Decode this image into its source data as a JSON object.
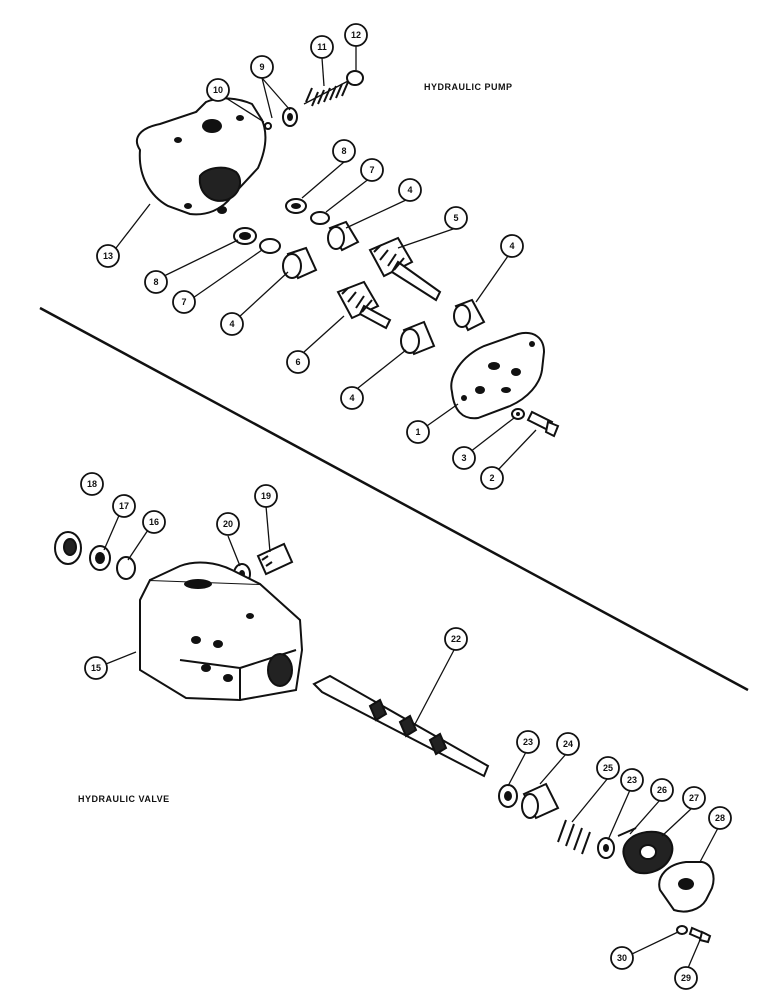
{
  "sections": {
    "pump_title": "HYDRAULIC PUMP",
    "valve_title": "HYDRAULIC VALVE"
  },
  "callouts": [
    {
      "id": "c12",
      "label": "12"
    },
    {
      "id": "c11",
      "label": "11"
    },
    {
      "id": "c9",
      "label": "9"
    },
    {
      "id": "c10",
      "label": "10"
    },
    {
      "id": "c8a",
      "label": "8"
    },
    {
      "id": "c7a",
      "label": "7"
    },
    {
      "id": "c4a",
      "label": "4"
    },
    {
      "id": "c13",
      "label": "13"
    },
    {
      "id": "c8b",
      "label": "8"
    },
    {
      "id": "c7b",
      "label": "7"
    },
    {
      "id": "c5",
      "label": "5"
    },
    {
      "id": "c4b",
      "label": "4"
    },
    {
      "id": "c4c",
      "label": "4"
    },
    {
      "id": "c6",
      "label": "6"
    },
    {
      "id": "c4d",
      "label": "4"
    },
    {
      "id": "c1",
      "label": "1"
    },
    {
      "id": "c3",
      "label": "3"
    },
    {
      "id": "c2",
      "label": "2"
    },
    {
      "id": "c18",
      "label": "18"
    },
    {
      "id": "c17",
      "label": "17"
    },
    {
      "id": "c16",
      "label": "16"
    },
    {
      "id": "c20",
      "label": "20"
    },
    {
      "id": "c19",
      "label": "19"
    },
    {
      "id": "c15",
      "label": "15"
    },
    {
      "id": "c22",
      "label": "22"
    },
    {
      "id": "c23a",
      "label": "23"
    },
    {
      "id": "c24",
      "label": "24"
    },
    {
      "id": "c25",
      "label": "25"
    },
    {
      "id": "c23b",
      "label": "23"
    },
    {
      "id": "c26",
      "label": "26"
    },
    {
      "id": "c27",
      "label": "27"
    },
    {
      "id": "c28",
      "label": "28"
    },
    {
      "id": "c30",
      "label": "30"
    },
    {
      "id": "c29",
      "label": "29"
    }
  ]
}
